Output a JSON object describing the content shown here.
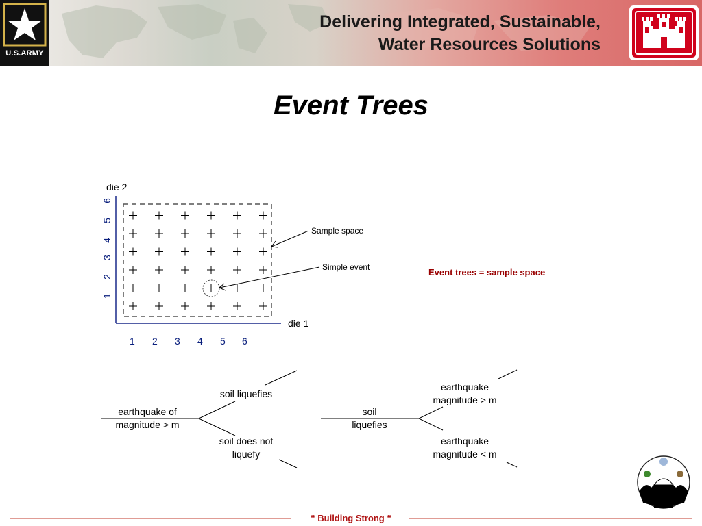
{
  "banner": {
    "title_line1": "Delivering Integrated, Sustainable,",
    "title_line2": "Water Resources Solutions",
    "army_logo_text": "U.S.ARMY"
  },
  "slide_title": "Event Trees",
  "grid": {
    "y_axis_label": "die 2",
    "x_axis_label": "die 1",
    "x_ticks": [
      "1",
      "2",
      "3",
      "4",
      "5",
      "6"
    ],
    "y_ticks": [
      "1",
      "2",
      "3",
      "4",
      "5",
      "6"
    ],
    "sample_space_label": "Sample space",
    "simple_event_label": "Simple event"
  },
  "equation": "Event trees = sample space",
  "tree_left": {
    "root_line1": "earthquake of",
    "root_line2": "magnitude > m",
    "upper_branch": "soil liquefies",
    "lower_branch_line1": "soil does not",
    "lower_branch_line2": "liquefy"
  },
  "tree_right": {
    "root_line1": "soil",
    "root_line2": "liquefies",
    "upper_branch_line1": "earthquake",
    "upper_branch_line2": "magnitude > m",
    "lower_branch_line1": "earthquake",
    "lower_branch_line2": "magnitude < m"
  },
  "footer": {
    "text": "“ Building  Strong “",
    "line_color": "#c0392b"
  },
  "colors": {
    "footer_red": "#b01515",
    "equation_red": "#990000",
    "tick_blue": "#0a1f7d",
    "castle_red": "#d0021b"
  },
  "icons": [
    "army-star-icon",
    "corps-castle-icon",
    "building-strong-people-icon"
  ]
}
